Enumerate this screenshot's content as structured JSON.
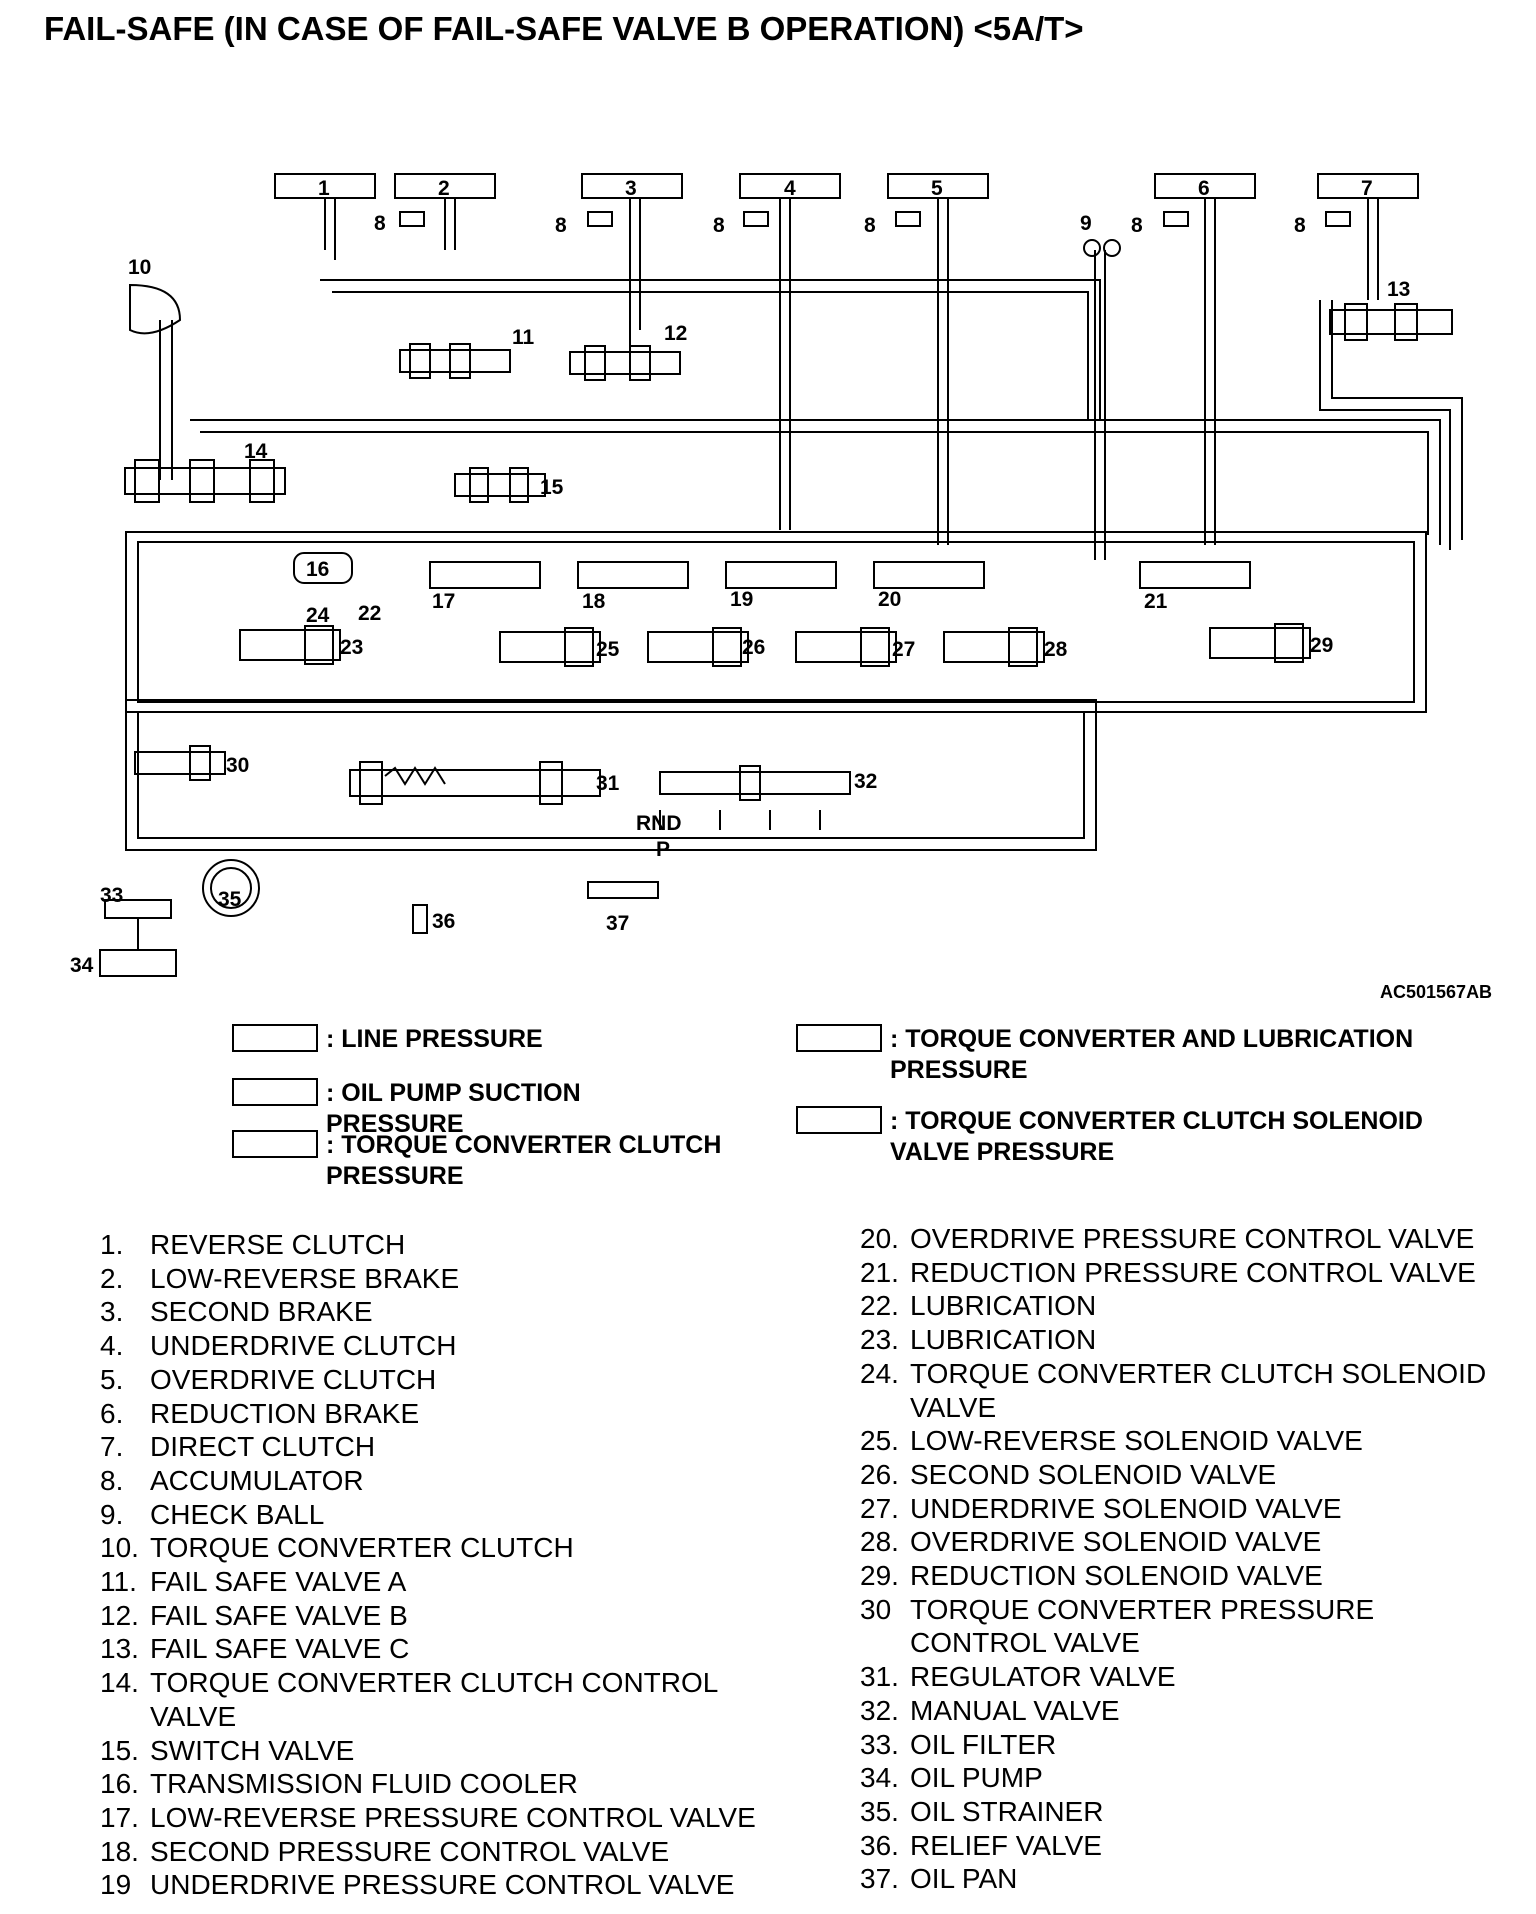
{
  "title": "FAIL-SAFE (IN CASE OF FAIL-SAFE VALVE B OPERATION) <5A/T>",
  "figure_code": "AC501567AB",
  "legend": [
    {
      "label": ": LINE PRESSURE"
    },
    {
      "label": ": OIL PUMP SUCTION PRESSURE"
    },
    {
      "label": ": TORQUE CONVERTER CLUTCH PRESSURE"
    },
    {
      "label": ": TORQUE CONVERTER AND LUBRICATION PRESSURE"
    },
    {
      "label": ": TORQUE CONVERTER CLUTCH SOLENOID VALVE PRESSURE"
    }
  ],
  "top_boxes": [
    "1",
    "2",
    "3",
    "4",
    "5",
    "6",
    "7"
  ],
  "diagram_labels": {
    "accumulator": "8",
    "check_ball": "9",
    "tcc": "10",
    "fsa": "11",
    "fsb": "12",
    "fsc": "13",
    "tccc": "14",
    "switch": "15",
    "cooler": "16",
    "lr_pcv": "17",
    "second_pcv": "18",
    "ud_pcv": "19",
    "od_pcv": "20",
    "red_pcv": "21",
    "lub22": "22",
    "lub23": "23",
    "tcc_sol": "24",
    "lr_sol": "25",
    "second_sol": "26",
    "ud_sol": "27",
    "od_sol": "28",
    "red_sol": "29",
    "tc_pcv": "30",
    "regulator": "31",
    "manual": "32",
    "filter": "33",
    "pump": "34",
    "strainer": "35",
    "relief": "36",
    "pan": "37",
    "rnd": "RND",
    "p": "P"
  },
  "parts_left": [
    {
      "num": "1.",
      "label": "REVERSE CLUTCH"
    },
    {
      "num": "2.",
      "label": "LOW-REVERSE BRAKE"
    },
    {
      "num": "3.",
      "label": "SECOND BRAKE"
    },
    {
      "num": "4.",
      "label": "UNDERDRIVE CLUTCH"
    },
    {
      "num": "5.",
      "label": "OVERDRIVE CLUTCH"
    },
    {
      "num": "6.",
      "label": "REDUCTION BRAKE"
    },
    {
      "num": "7.",
      "label": "DIRECT CLUTCH"
    },
    {
      "num": "8.",
      "label": "ACCUMULATOR"
    },
    {
      "num": "9.",
      "label": "CHECK BALL"
    },
    {
      "num": "10.",
      "label": "TORQUE CONVERTER CLUTCH"
    },
    {
      "num": "11.",
      "label": "FAIL SAFE VALVE A"
    },
    {
      "num": "12.",
      "label": "FAIL SAFE VALVE B"
    },
    {
      "num": "13.",
      "label": "FAIL SAFE VALVE C"
    },
    {
      "num": "14.",
      "label": "TORQUE CONVERTER CLUTCH CONTROL VALVE"
    },
    {
      "num": "15.",
      "label": "SWITCH VALVE"
    },
    {
      "num": "16.",
      "label": "TRANSMISSION FLUID COOLER"
    },
    {
      "num": "17.",
      "label": "LOW-REVERSE PRESSURE CONTROL VALVE"
    },
    {
      "num": "18.",
      "label": "SECOND PRESSURE CONTROL VALVE"
    },
    {
      "num": "19",
      "label": "UNDERDRIVE PRESSURE CONTROL VALVE"
    }
  ],
  "parts_right": [
    {
      "num": "20.",
      "label": "OVERDRIVE PRESSURE CONTROL VALVE"
    },
    {
      "num": "21.",
      "label": "REDUCTION PRESSURE CONTROL VALVE"
    },
    {
      "num": "22.",
      "label": "LUBRICATION"
    },
    {
      "num": "23.",
      "label": "LUBRICATION"
    },
    {
      "num": "24.",
      "label": "TORQUE CONVERTER CLUTCH SOLENOID VALVE"
    },
    {
      "num": "25.",
      "label": "LOW-REVERSE SOLENOID VALVE"
    },
    {
      "num": "26.",
      "label": "SECOND SOLENOID VALVE"
    },
    {
      "num": "27.",
      "label": "UNDERDRIVE SOLENOID VALVE"
    },
    {
      "num": "28.",
      "label": "OVERDRIVE SOLENOID VALVE"
    },
    {
      "num": "29.",
      "label": "REDUCTION SOLENOID VALVE"
    },
    {
      "num": "30",
      "label": "TORQUE CONVERTER PRESSURE CONTROL VALVE"
    },
    {
      "num": "31.",
      "label": "REGULATOR VALVE"
    },
    {
      "num": "32.",
      "label": "MANUAL VALVE"
    },
    {
      "num": "33.",
      "label": "OIL FILTER"
    },
    {
      "num": "34.",
      "label": "OIL PUMP"
    },
    {
      "num": "35.",
      "label": "OIL STRAINER"
    },
    {
      "num": "36.",
      "label": "RELIEF VALVE"
    },
    {
      "num": "37.",
      "label": "OIL PAN"
    }
  ]
}
